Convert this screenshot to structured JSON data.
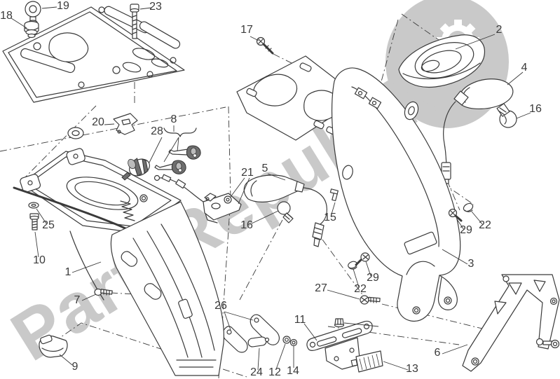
{
  "watermark": {
    "text": "PartsRepublik",
    "logo": "gear-icon"
  },
  "colors": {
    "background": "#ffffff",
    "line_art": "#3a3a3a",
    "watermark": "#c9c9c9",
    "key_head": "#6e6e6e"
  },
  "callouts": [
    {
      "id": "carrier-damper",
      "label": "18"
    },
    {
      "id": "carrier-screw-top",
      "label": "19"
    },
    {
      "id": "carrier-bolt",
      "label": "23"
    },
    {
      "id": "gasket-screw",
      "label": "17"
    },
    {
      "id": "tail-light",
      "label": "2"
    },
    {
      "id": "indicator-right",
      "label": "4"
    },
    {
      "id": "bulb-right",
      "label": "16"
    },
    {
      "id": "latch-hook",
      "label": "20"
    },
    {
      "id": "key-set",
      "label": "8"
    },
    {
      "id": "lock-barrel",
      "label": "28"
    },
    {
      "id": "seat-latch",
      "label": "21"
    },
    {
      "id": "indicator-left",
      "label": "5"
    },
    {
      "id": "clip",
      "label": "15"
    },
    {
      "id": "bulb-center",
      "label": "16"
    },
    {
      "id": "washer-left",
      "label": "25"
    },
    {
      "id": "bolt-left",
      "label": "10"
    },
    {
      "id": "screw-upper-right",
      "label": "29"
    },
    {
      "id": "washer-upper-right",
      "label": "22"
    },
    {
      "id": "rear-fender",
      "label": "3"
    },
    {
      "id": "fender-bottom",
      "label": "1"
    },
    {
      "id": "screw-fender",
      "label": "7"
    },
    {
      "id": "side-cover",
      "label": "9"
    },
    {
      "id": "brackets",
      "label": "26"
    },
    {
      "id": "bolt-lower",
      "label": "27"
    },
    {
      "id": "washer-lower",
      "label": "22"
    },
    {
      "id": "screw-lower",
      "label": "29"
    },
    {
      "id": "plate-bracket",
      "label": "11"
    },
    {
      "id": "reflector-oval",
      "label": "24"
    },
    {
      "id": "washer-small-a",
      "label": "12"
    },
    {
      "id": "washer-small-b",
      "label": "14"
    },
    {
      "id": "plate-holder",
      "label": "6"
    },
    {
      "id": "reflector-rect",
      "label": "13"
    }
  ]
}
